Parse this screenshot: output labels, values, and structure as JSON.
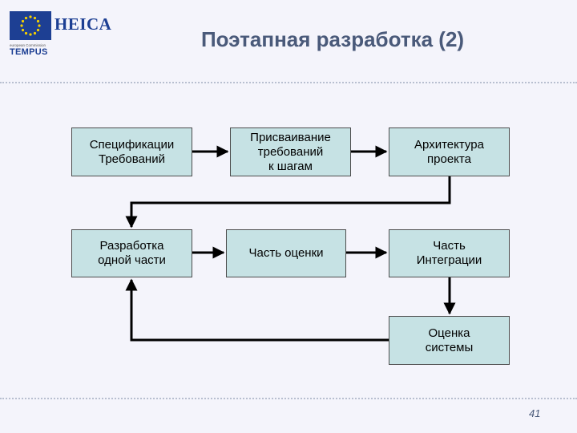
{
  "header": {
    "logo": {
      "name": "HEICA",
      "sub": "european Commission",
      "program": "TEMPUS"
    },
    "title": "Поэтапная разработка (2)"
  },
  "diagram": {
    "nodes": [
      {
        "id": "spec",
        "label": "Спецификации\nТребований"
      },
      {
        "id": "assign",
        "label": "Присваивание\nтребований\nк шагам"
      },
      {
        "id": "arch",
        "label": "Архитектура\nпроекта"
      },
      {
        "id": "dev",
        "label": "Разработка\nодной части"
      },
      {
        "id": "eval",
        "label": "Часть оценки"
      },
      {
        "id": "integ",
        "label": "Часть\nИнтеграции"
      },
      {
        "id": "syseval",
        "label": "Оценка\nсистемы"
      }
    ],
    "edges": [
      {
        "from": "spec",
        "to": "assign"
      },
      {
        "from": "assign",
        "to": "arch"
      },
      {
        "from": "arch",
        "to": "dev"
      },
      {
        "from": "dev",
        "to": "eval"
      },
      {
        "from": "eval",
        "to": "integ"
      },
      {
        "from": "integ",
        "to": "syseval"
      },
      {
        "from": "syseval",
        "to": "dev"
      }
    ]
  },
  "footer": {
    "page_number": "41"
  },
  "colors": {
    "box_fill": "#c6e2e4",
    "title": "#4a5a7a",
    "arrow": "#000000",
    "background": "#f4f4fb"
  }
}
